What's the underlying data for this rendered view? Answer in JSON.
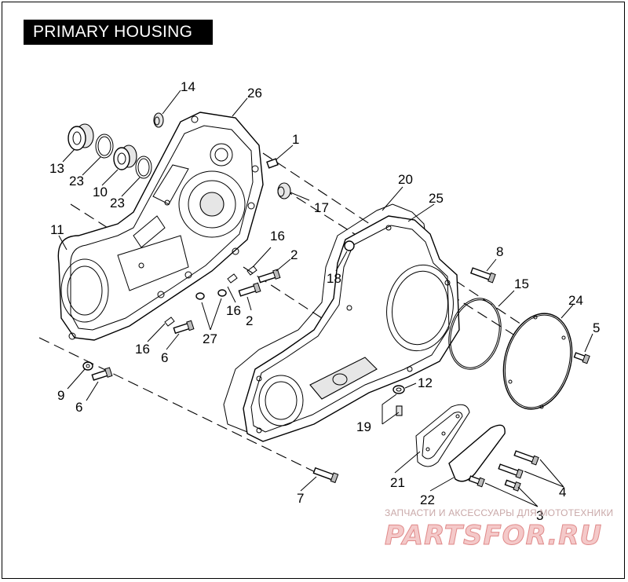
{
  "title": "PRIMARY HOUSING",
  "watermark": {
    "text": "ЗАПЧАСТИ И АКСЕССУАРЫ ДЛЯ МОТОТЕХНИКИ",
    "logo": "PARTSFOR.RU"
  },
  "callouts": {
    "c1": "1",
    "c2a": "2",
    "c2b": "2",
    "c3": "3",
    "c4": "4",
    "c5": "5",
    "c6a": "6",
    "c6b": "6",
    "c7": "7",
    "c8": "8",
    "c9": "9",
    "c10": "10",
    "c11": "11",
    "c12": "12",
    "c13": "13",
    "c14": "14",
    "c15": "15",
    "c16a": "16",
    "c16b": "16",
    "c16c": "16",
    "c17": "17",
    "c18": "18",
    "c19": "19",
    "c20": "20",
    "c21": "21",
    "c22": "22",
    "c23a": "23",
    "c23b": "23",
    "c24": "24",
    "c25": "25",
    "c26": "26",
    "c27": "27"
  }
}
